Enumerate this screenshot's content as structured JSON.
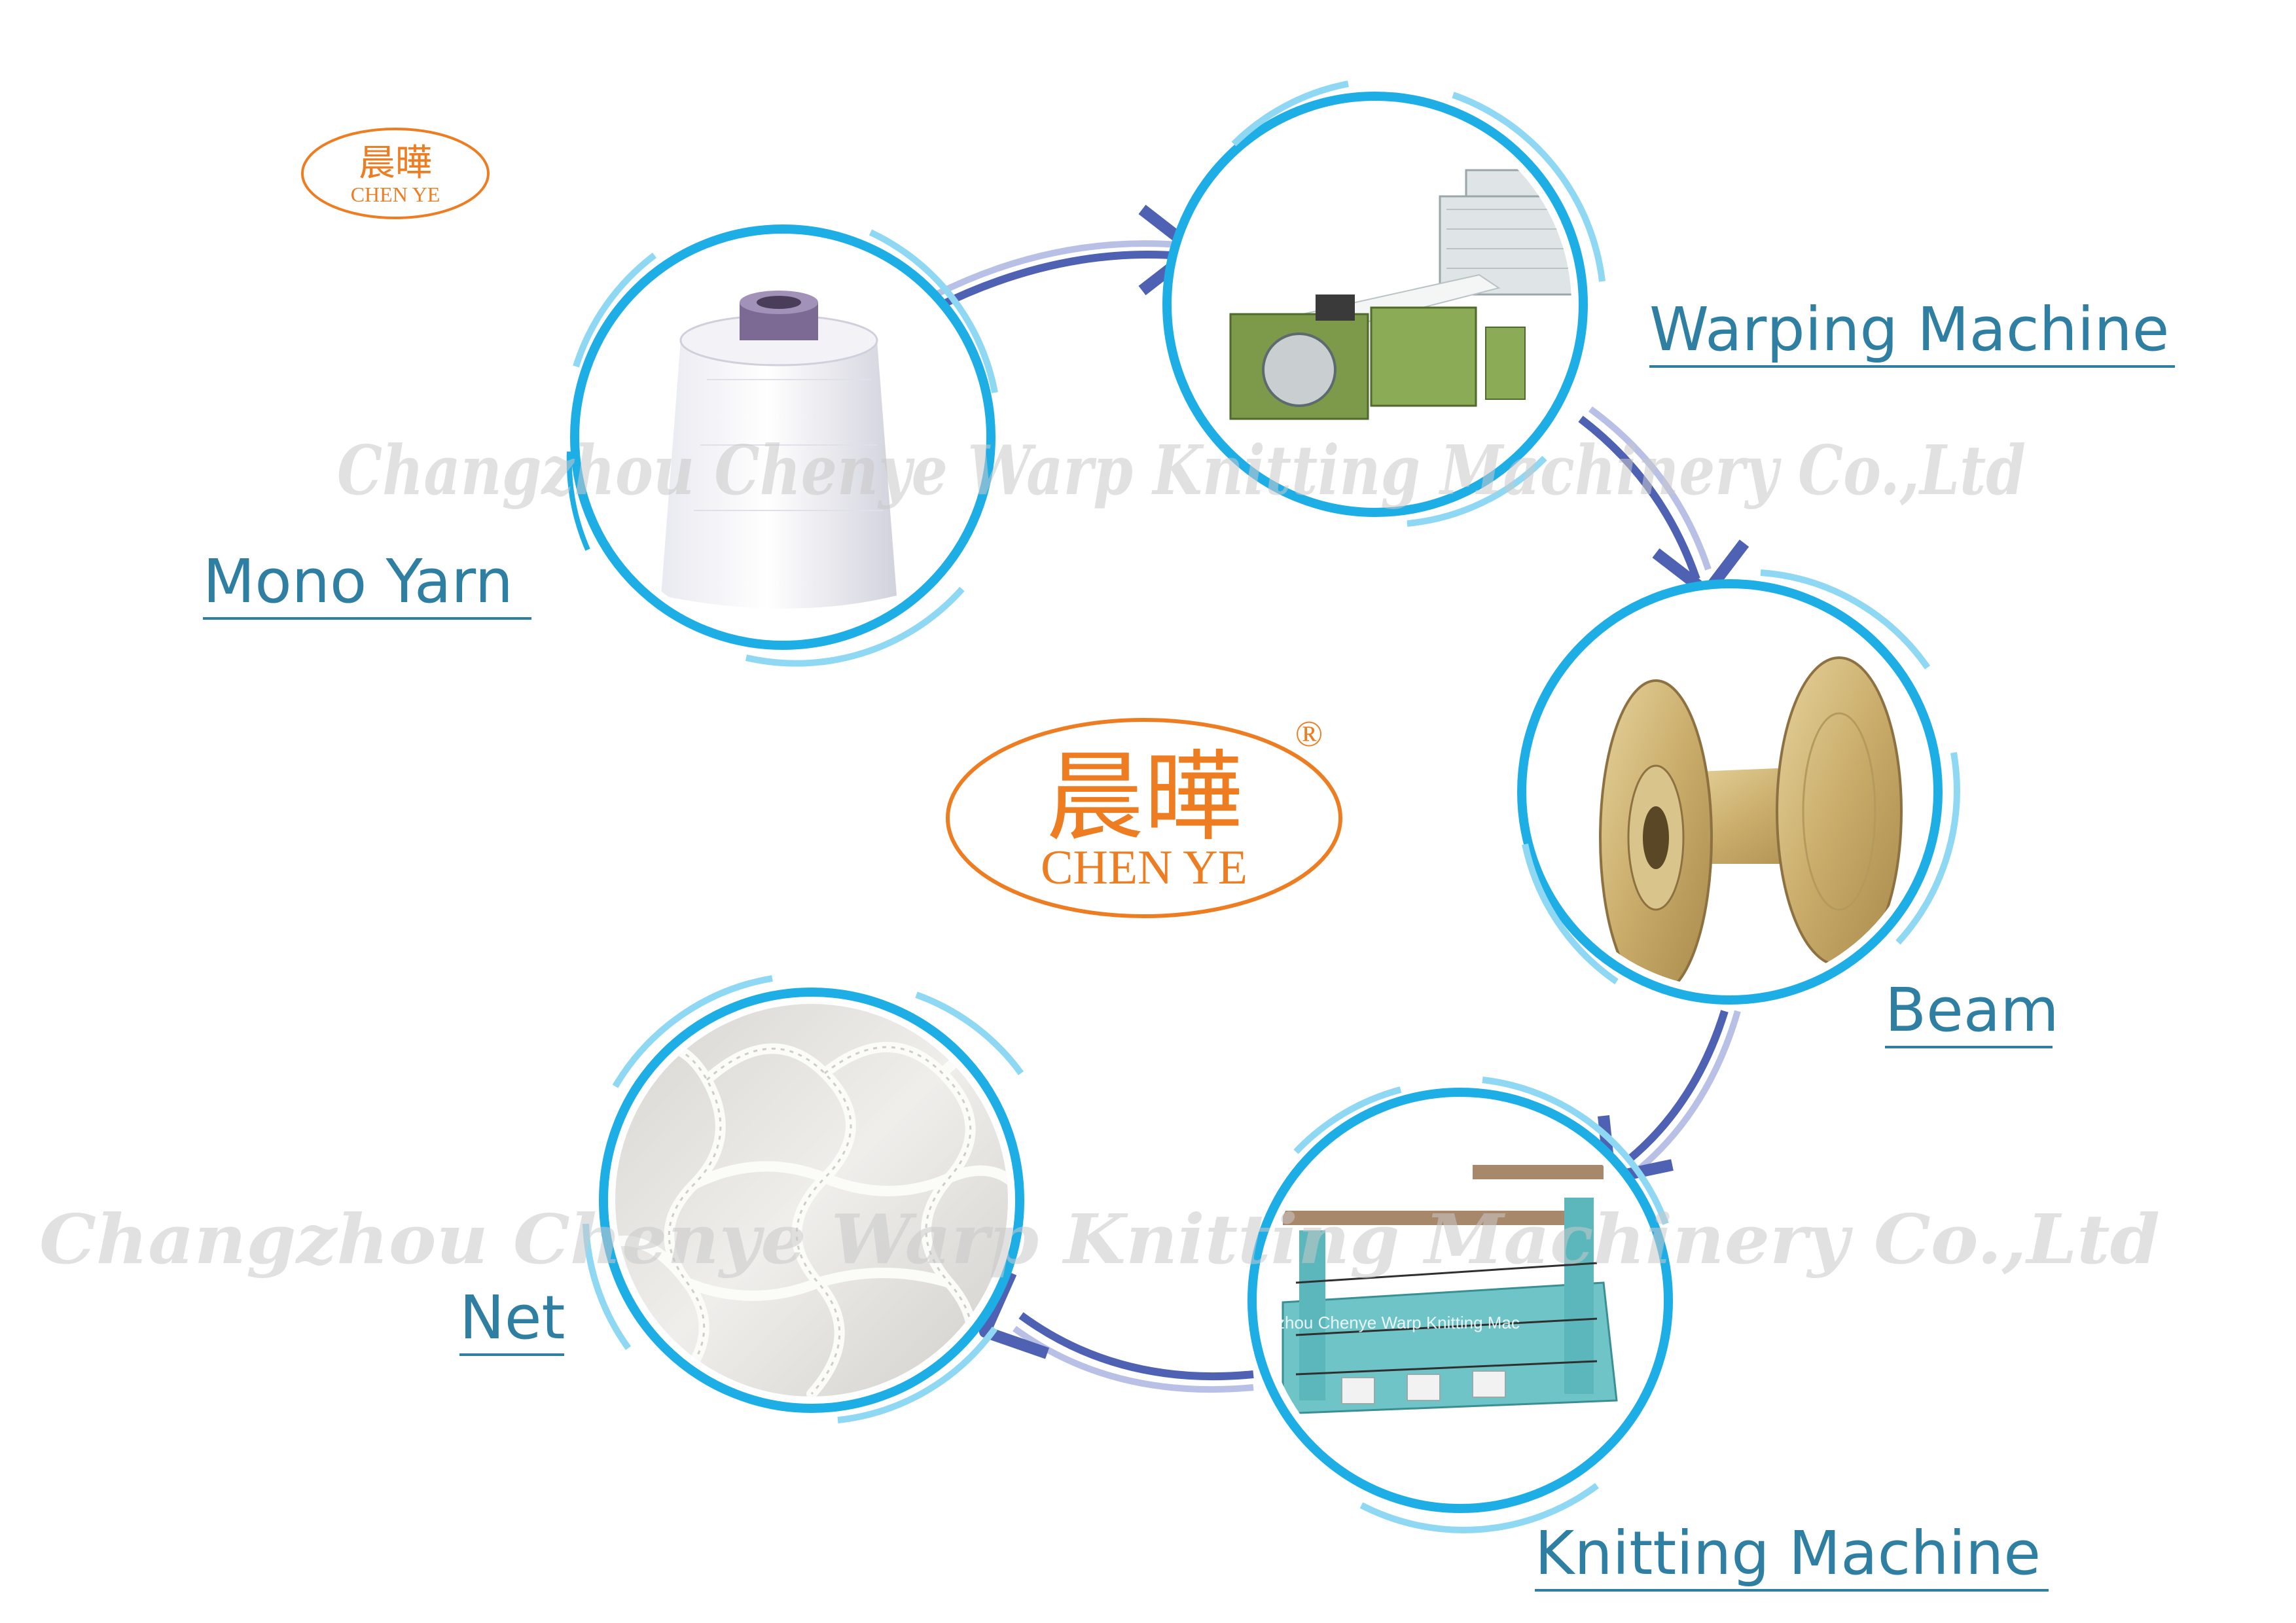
{
  "logos": {
    "small": {
      "cn_text": "晨曄",
      "en_text": "CHEN YE"
    },
    "center": {
      "cn_text": "晨曄",
      "en_text": "CHEN YE",
      "registered_mark": "®"
    },
    "color": "#ee7d22"
  },
  "watermark": {
    "text": "Changzhou Chenye Warp Knitting Machinery Co.,Ltd"
  },
  "steps": [
    {
      "id": "mono-yarn",
      "label": "Mono Yarn",
      "image": "yarn-cone"
    },
    {
      "id": "warping-machine",
      "label": "Warping Machine",
      "image": "warping-machine"
    },
    {
      "id": "beam",
      "label": "Beam",
      "image": "beam-spool"
    },
    {
      "id": "knitting-machine",
      "label": "Knitting Machine",
      "image": "knitting-machine",
      "image_text": "zhou Chenye Warp Knitting Mac"
    },
    {
      "id": "net",
      "label": "Net",
      "image": "net-mesh"
    }
  ],
  "colors": {
    "ring": "#1eaee6",
    "ring_light": "#8fd8f4",
    "arrow": "#4f61b3",
    "arrow_light": "#b9c0e6",
    "label": "#2f7fa3"
  }
}
